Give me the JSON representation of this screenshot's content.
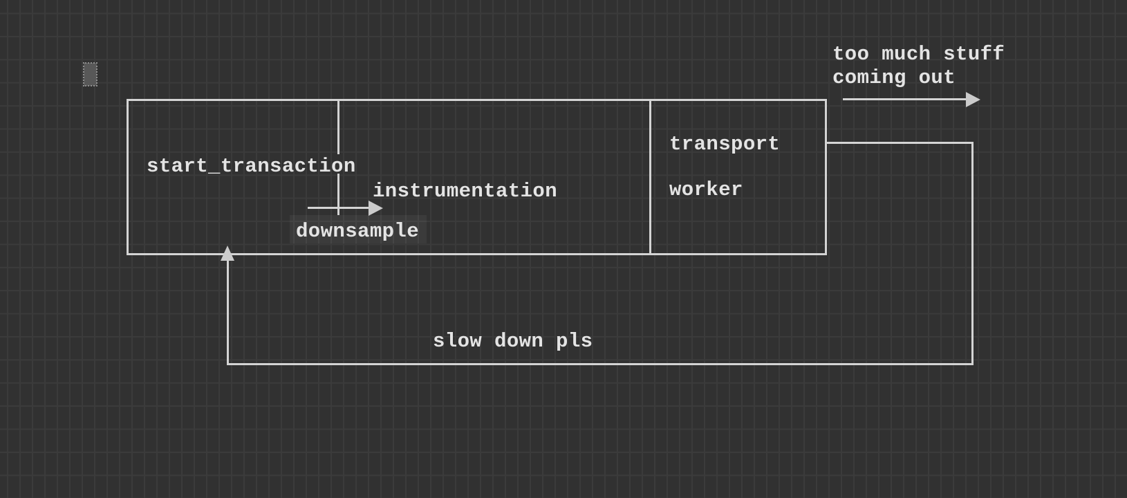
{
  "app": {
    "type": "character-grid drawing canvas",
    "colors": {
      "background": "#313131",
      "grid_line": "#3b3b3b",
      "stroke": "#d4d4d4",
      "arrowhead": "#cbcbcb",
      "text": "#e4e4e4",
      "cursor_fill": "#585858",
      "cursor_border": "#8f8f8f",
      "label_highlight": "rgba(255,255,255,0.05)"
    }
  },
  "diagram": {
    "pipeline_box": {
      "left_section_label": "start_transaction",
      "middle_section_label": "instrumentation",
      "right_section_labels": {
        "line1": "transport",
        "line2": "worker"
      }
    },
    "downsample_arrow": {
      "label": "downsample",
      "direction": "right"
    },
    "output_arrow": {
      "label_line1": "too much stuff",
      "label_line2": "coming out",
      "direction": "right"
    },
    "feedback_loop": {
      "label": "slow down pls",
      "direction": "up-into-box"
    }
  }
}
